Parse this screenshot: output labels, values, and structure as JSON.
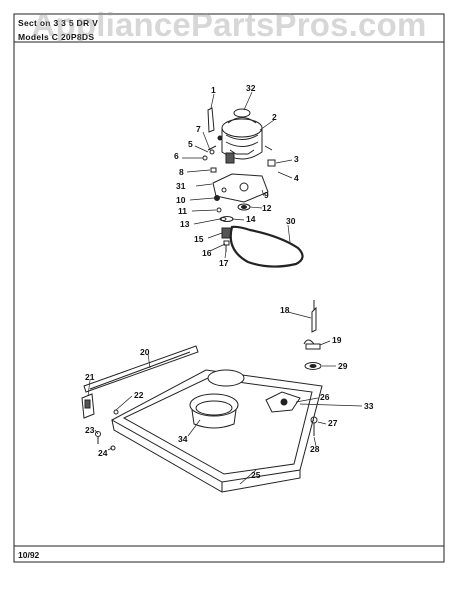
{
  "header": {
    "section_line": "Sect on  3 3 5  DR V",
    "model_line": "Models  C  20P8DS"
  },
  "footer": {
    "date": "10/92"
  },
  "watermark": {
    "text": "AppliancePartsPros.com"
  },
  "diagram": {
    "callouts": [
      "1",
      "2",
      "3",
      "4",
      "5",
      "6",
      "7",
      "8",
      "9",
      "10",
      "11",
      "12",
      "13",
      "14",
      "15",
      "16",
      "17",
      "18",
      "19",
      "20",
      "21",
      "22",
      "23",
      "24",
      "25",
      "26",
      "27",
      "28",
      "29",
      "30",
      "31",
      "32",
      "33",
      "34"
    ]
  }
}
